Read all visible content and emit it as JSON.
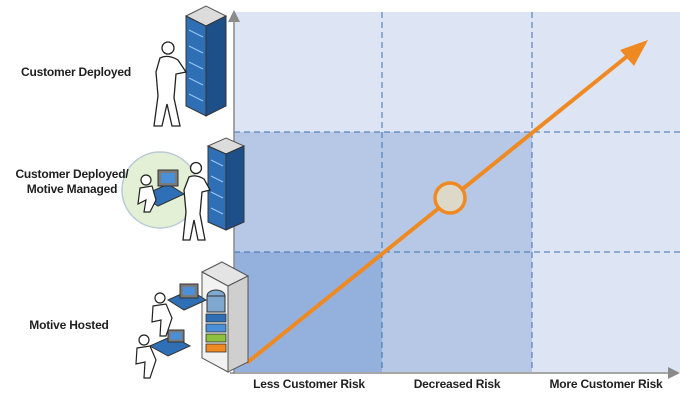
{
  "rows": [
    {
      "label": "Customer Deployed"
    },
    {
      "label_line1": "Customer Deployed/",
      "label_line2": "Motive Managed"
    },
    {
      "label": "Motive Hosted"
    }
  ],
  "columns": [
    {
      "label": "Less Customer Risk"
    },
    {
      "label": "Decreased Risk"
    },
    {
      "label": "More Customer Risk"
    }
  ],
  "colors": {
    "cell_light": "#dde4f3",
    "cell_medium": "#b7c8e6",
    "cell_dark": "#94b0dc",
    "grid_line": "#3a6fb0",
    "arrow": "#ef8a22",
    "marker_fill": "#ddd9c8",
    "axis": "#8a8a8a"
  }
}
